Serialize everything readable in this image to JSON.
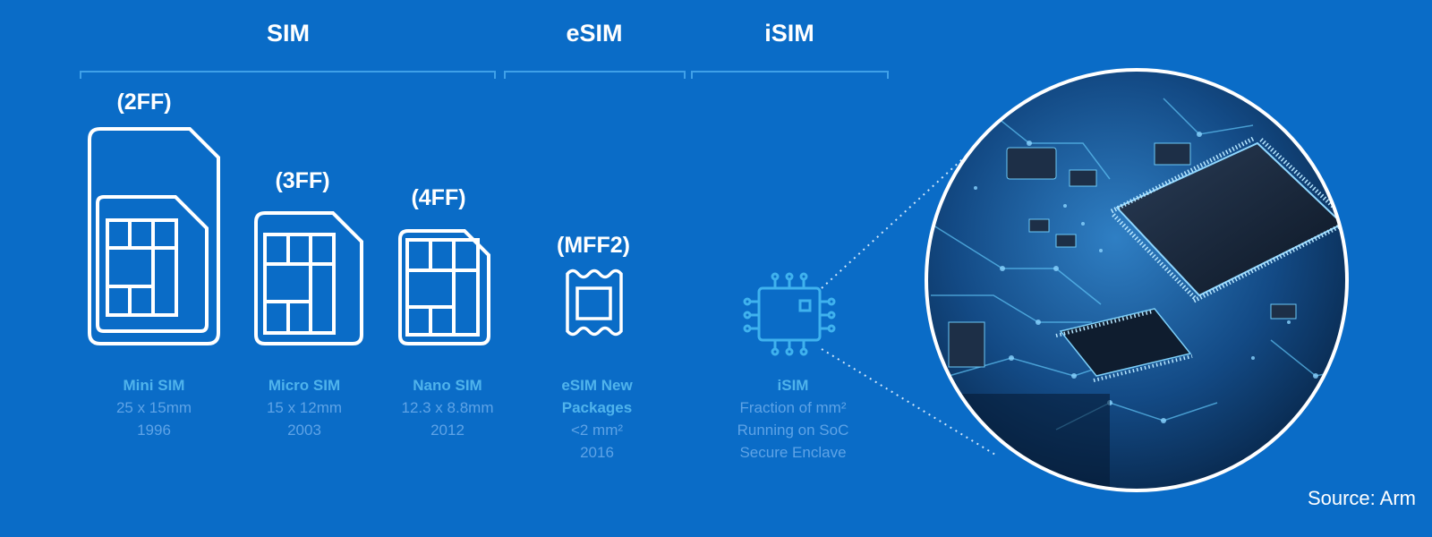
{
  "groups": {
    "sim": "SIM",
    "esim": "eSIM",
    "isim": "iSIM"
  },
  "form_factors": {
    "mini": "(2FF)",
    "micro": "(3FF)",
    "nano": "(4FF)",
    "mff2": "(MFF2)"
  },
  "cards": {
    "mini": {
      "title": "Mini SIM",
      "size": "25 x 15mm",
      "year": "1996"
    },
    "micro": {
      "title": "Micro SIM",
      "size": "15 x 12mm",
      "year": "2003"
    },
    "nano": {
      "title": "Nano SIM",
      "size": "12.3 x 8.8mm",
      "year": "2012"
    },
    "esim": {
      "title_line1": "eSIM New",
      "title_line2": "Packages",
      "size": "<2 mm²",
      "year": "2016"
    },
    "isim": {
      "title": "iSIM",
      "line1": "Fraction of mm²",
      "line2": "Running on SoC",
      "line3": "Secure Enclave"
    }
  },
  "source": "Source: Arm",
  "colors": {
    "background": "#0a6cc7",
    "bracket": "#3fa0e8",
    "caption_title": "#4fb3ec",
    "caption_text": "#5ea3e6",
    "chip_icon": "#3fb2ee"
  }
}
